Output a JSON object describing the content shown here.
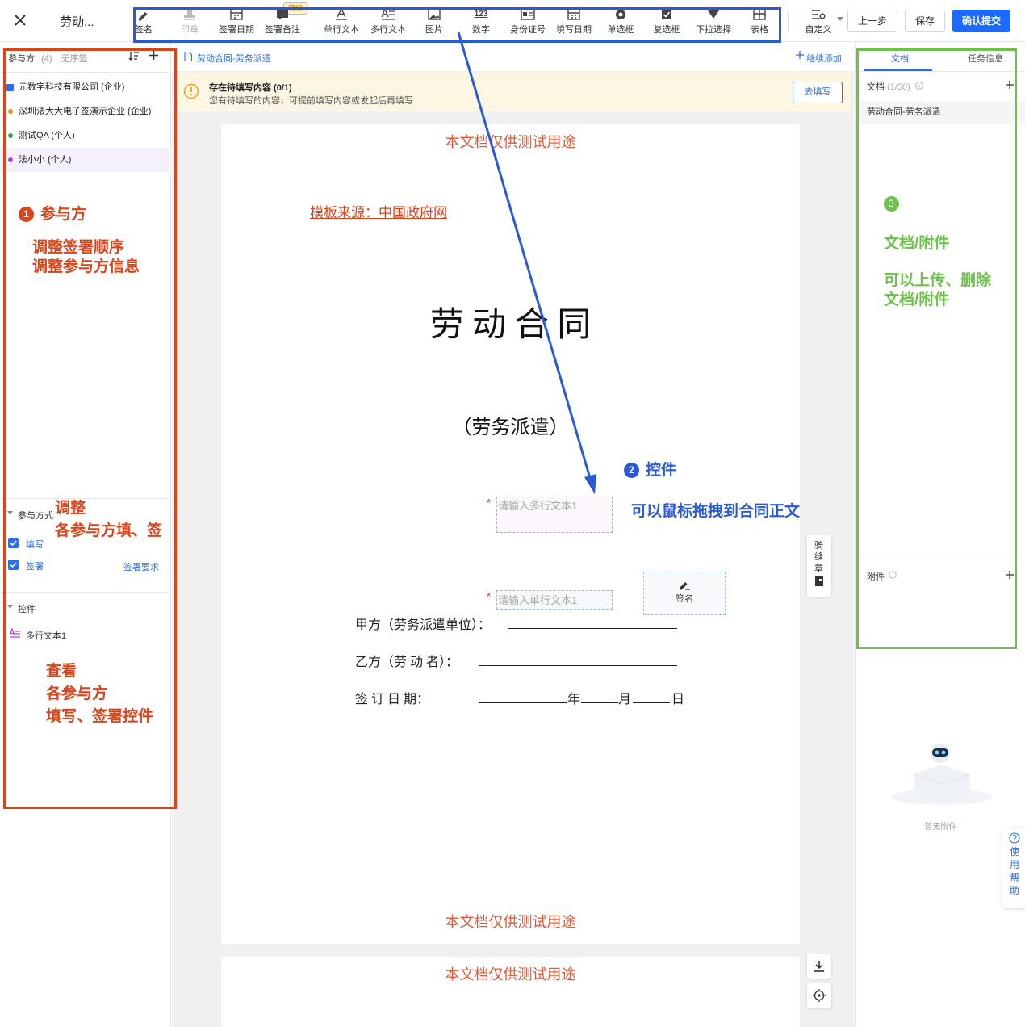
{
  "header": {
    "title": "劳动...",
    "badge": "特级"
  },
  "toolbar": {
    "tools": [
      "签名",
      "印章",
      "签署日期",
      "签署备注",
      "单行文本",
      "多行文本",
      "图片",
      "数字",
      "身份证号",
      "填写日期",
      "单选框",
      "复选框",
      "下拉选择",
      "表格"
    ],
    "custom": "自定义",
    "prev": "上一步",
    "save": "保存",
    "submit": "确认提交",
    "number_glyph": "123"
  },
  "left": {
    "participants_label": "参与方",
    "participants_count": "(4)",
    "order_mode": "无序签",
    "participants": [
      {
        "name": "元数字科技有限公司 (企业)",
        "color": "#2a6ee8"
      },
      {
        "name": "深圳法大大电子签演示企业 (企业)",
        "color": "#f08a24"
      },
      {
        "name": "测试QA (个人)",
        "color": "#3ba55c"
      },
      {
        "name": "法小小 (个人)",
        "color": "#a24ad1"
      }
    ],
    "mode_label": "参与方式",
    "fill_label": "填写",
    "sign_label": "签署",
    "sign_req": "签署要求",
    "controls_label": "控件",
    "control_item": "多行文本1"
  },
  "middle": {
    "crumb": "劳动合同-劳务派遣",
    "add_more": "继续添加",
    "notice_title": "存在待填写内容 (0/1)",
    "notice_desc": "您有待填写的内容，可提前填写内容或发起后再填写",
    "notice_btn": "去填写",
    "watermark": "本文档仅供测试用途",
    "source": "模板来源：中国政府网",
    "main_title": "劳 动 合 同",
    "sub_title": "（劳务派遣）",
    "multi_placeholder": "请输入多行文本1",
    "single_placeholder": "请输入单行文本1",
    "sign_ctrl": "签名",
    "req_mark": "*",
    "party_a": "甲方（劳务派遣单位）：",
    "party_b": "乙方（劳  动  者）：",
    "sign_date": "签  订  日  期：",
    "year": "年",
    "month": "月",
    "day": "日",
    "seam_seal": "骑缝章"
  },
  "right": {
    "tab_doc": "文档",
    "tab_task": "任务信息",
    "doc_label": "文档",
    "doc_count": "(1/50)",
    "doc_item": "劳动合同-劳务派遣",
    "attach_label": "附件",
    "no_attach": "暂无附件",
    "help": "使用帮助"
  },
  "annotations": {
    "n1": "1",
    "a1_title": "参与方",
    "a1_l1": "调整签署顺序",
    "a1_l2": "调整参与方信息",
    "a1_mode1": "调整",
    "a1_mode2": "各参与方填、签",
    "a1_ctrl1": "查看",
    "a1_ctrl2": "各参与方",
    "a1_ctrl3": "填写、签署控件",
    "n2": "2",
    "a2_title": "控件",
    "a2_desc": "可以鼠标拖拽到合同正文",
    "n3": "3",
    "a3_title": "文档/附件",
    "a3_l1": "可以上传、删除",
    "a3_l2": "文档/附件"
  },
  "colors": {
    "primary": "#1a6aff",
    "annot_red": "#d9441b",
    "annot_blue": "#2a5bd7",
    "annot_green": "#6cc24a",
    "watermark": "#e05a3a"
  }
}
